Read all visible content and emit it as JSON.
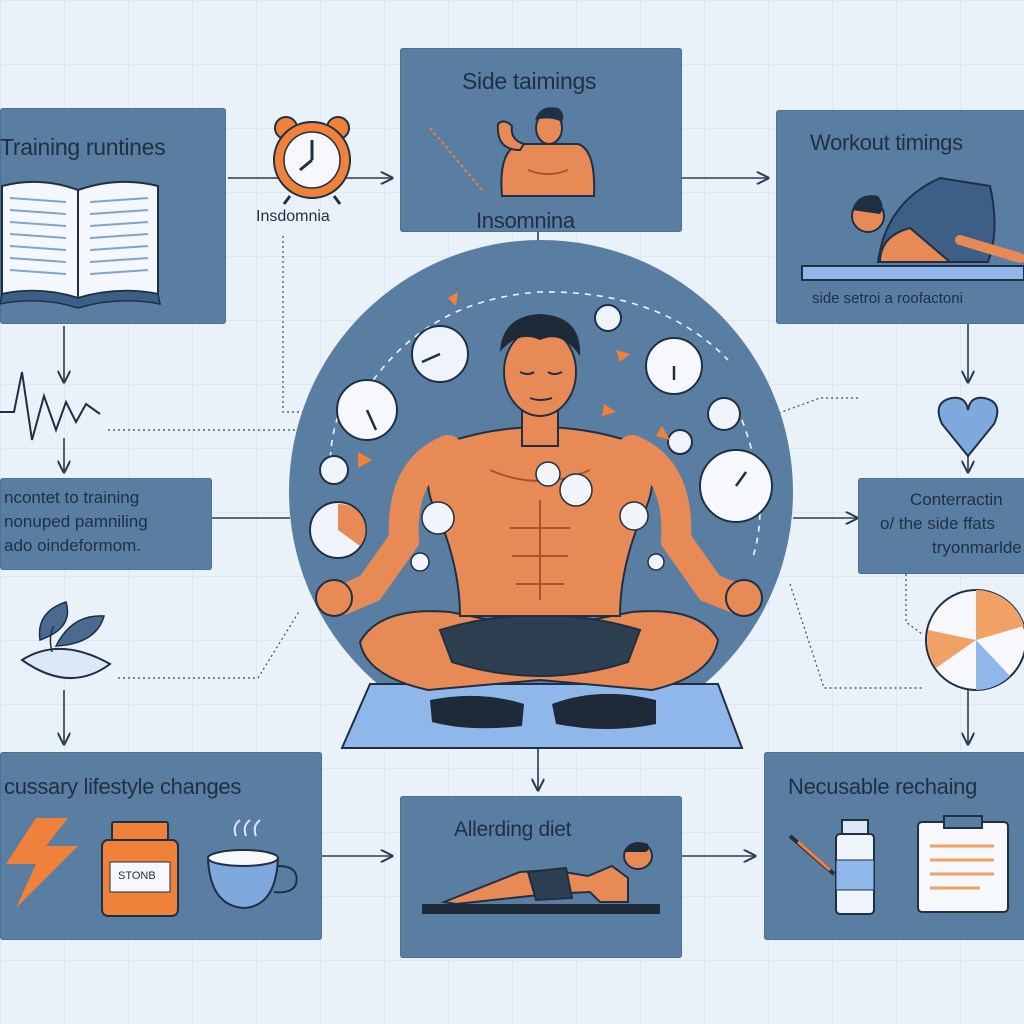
{
  "nodes": {
    "training_routines": {
      "title": "Training runtines"
    },
    "clock_label": {
      "text": "Insdomnia"
    },
    "side_timings": {
      "title": "Side taimings",
      "subtitle": "Insomnina"
    },
    "workout_timings": {
      "title": "Workout timings",
      "subtitle": "side setroi a roofactoni"
    },
    "context": {
      "lines": [
        "ncontet to training",
        "nonuped pamniling",
        "ado oindeformom."
      ]
    },
    "contractions": {
      "lines": [
        "Conterractin",
        "o/ the side  ffats",
        "tryonmarlde"
      ]
    },
    "lifestyle": {
      "title": "cussary lifestyle changes",
      "jar_label": "STONB"
    },
    "diet": {
      "title": "Allerding diet"
    },
    "recharging": {
      "title": "Necusable rechaing"
    }
  },
  "colors": {
    "background": "#e9f1f9",
    "box_fill": "#5a7ea1",
    "box_text": "#1f3044",
    "skin": "#e88a56",
    "accent_orange": "#f0813a",
    "heart_blue": "#7fa9dc",
    "mat_blue": "#8fb7ea"
  },
  "icons": [
    "open-book-icon",
    "alarm-clock-icon",
    "heartbeat-icon",
    "leaf-icon",
    "heart-icon",
    "pie-chart-icon",
    "lightning-icon",
    "supplement-jar-icon",
    "tea-cup-icon",
    "water-bottle-icon",
    "clipboard-icon",
    "pen-icon"
  ]
}
